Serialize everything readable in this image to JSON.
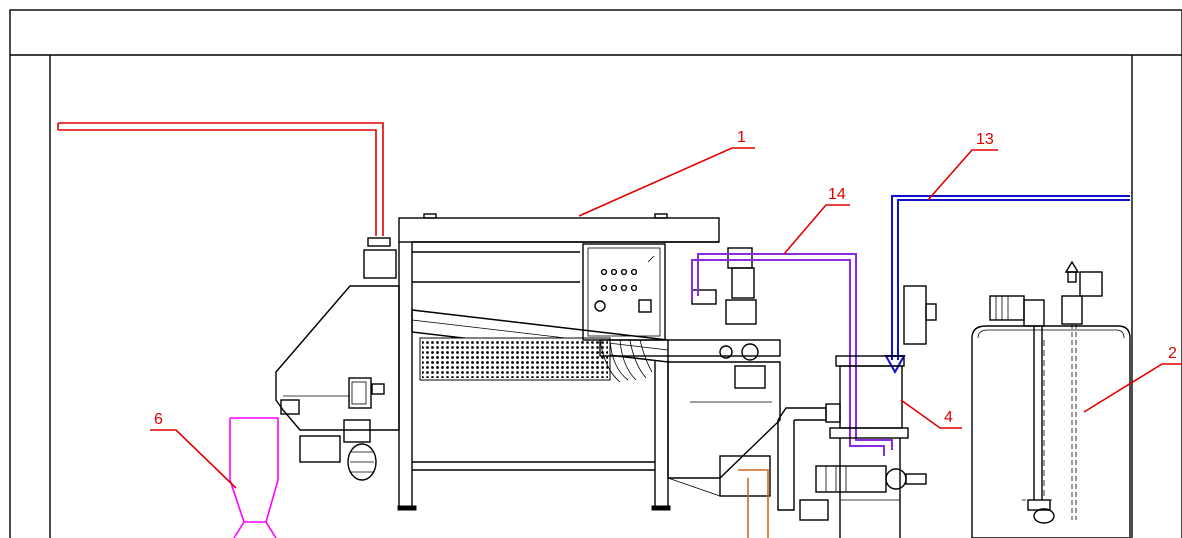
{
  "callouts": [
    {
      "id": "1",
      "text": "1"
    },
    {
      "id": "2",
      "text": "2"
    },
    {
      "id": "4",
      "text": "4"
    },
    {
      "id": "6",
      "text": "6"
    },
    {
      "id": "13",
      "text": "13"
    },
    {
      "id": "14",
      "text": "14"
    }
  ],
  "colors": {
    "callout_red": "#e00000",
    "pipe_blue": "#1010d0",
    "pipe_purple": "#8a2be2",
    "hopper_magenta": "#ff00ff",
    "pipe_orange": "#d2691e",
    "line_black": "#000000"
  }
}
